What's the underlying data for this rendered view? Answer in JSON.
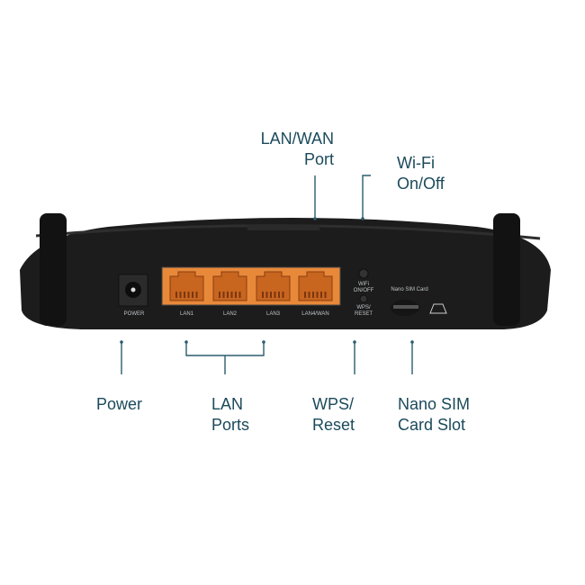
{
  "callouts": {
    "lan_wan_port": [
      "LAN/WAN",
      "Port"
    ],
    "wifi_onoff": [
      "Wi-Fi",
      "On/Off"
    ],
    "power": [
      "Power"
    ],
    "lan_ports": [
      "LAN",
      "Ports"
    ],
    "wps_reset": [
      "WPS/",
      "Reset"
    ],
    "nano_sim": [
      "Nano SIM",
      "Card Slot"
    ]
  },
  "device_labels": {
    "power": "POWER",
    "lan1": "LAN1",
    "lan2": "LAN2",
    "lan3": "LAN3",
    "lan4": "LAN4/WAN",
    "wifi": "WiFi ON/OFF",
    "wps": "WPS/ RESET",
    "sim": "Nano SIM Card"
  },
  "colors": {
    "text": "#1b4a5b",
    "line": "#2a5d6e",
    "port_panel": "#e8893a",
    "body": "#1c1c1c"
  }
}
